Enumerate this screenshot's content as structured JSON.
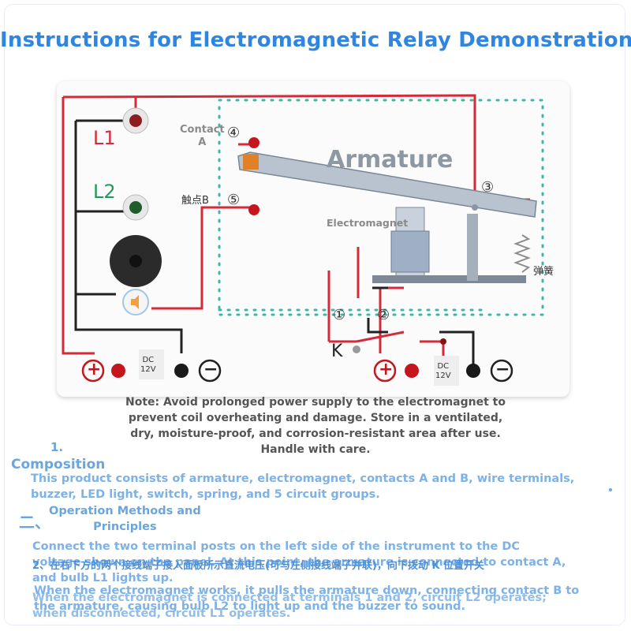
{
  "title": "Instructions for Electromagnetic Relay Demonstration",
  "board": {
    "l1": "L1",
    "l2": "L2",
    "contact_a": "Contact\nA",
    "contact_b": "触点B",
    "n1": "①",
    "n2": "②",
    "n3": "③",
    "n4": "④",
    "n5": "⑤",
    "armature": "Armature",
    "electromagnet": "Electromagnet",
    "spring": "弹簧",
    "switch_k": "K",
    "dc_left": "DC\n12V",
    "dc_right": "DC\n12V",
    "plus": "+",
    "minus": "−"
  },
  "note": "Note: Avoid prolonged power supply to the electromagnet to prevent coil overheating and damage. Store in a ventilated, dry, moisture-proof, and corrosion-resistant area after use. Handle with care.",
  "sections": {
    "s1_num": "1.",
    "s1_title": "Composition",
    "s1_body": "This product consists of armature, electromagnet, contacts A and B, wire terminals, buzzer, LED light, switch, spring, and 5 circuit groups.",
    "s2_num": "二、",
    "s2_title": "Operation Methods and\nPrinciples",
    "s2_p1": "Connect the two terminal posts on the left side of the instrument to the DC voltage shown on the panel. At this point, the armature is connected to contact A, and bulb L1 lights up.",
    "s2_cn": "2、在右下方的两个接线端子接入面板所示直流电压(可与左侧接线端子并联)，向下拨动 K 位置开关",
    "s2_p2": "When the electromagnet works, it pulls the armature down, connecting contact B to the armature, causing bulb L2 to light up and the buzzer to sound.",
    "s2_p3": "When the electromagnet is connected at terminals 1 and 2, circuit L2 operates; when disconnected, circuit L1 operates."
  },
  "colors": {
    "title": "#2f86e0",
    "wire": "#d42a3a",
    "wire_dark": "#222222",
    "dotted": "#3fb7a6",
    "text_light": "#7eb2e6"
  }
}
